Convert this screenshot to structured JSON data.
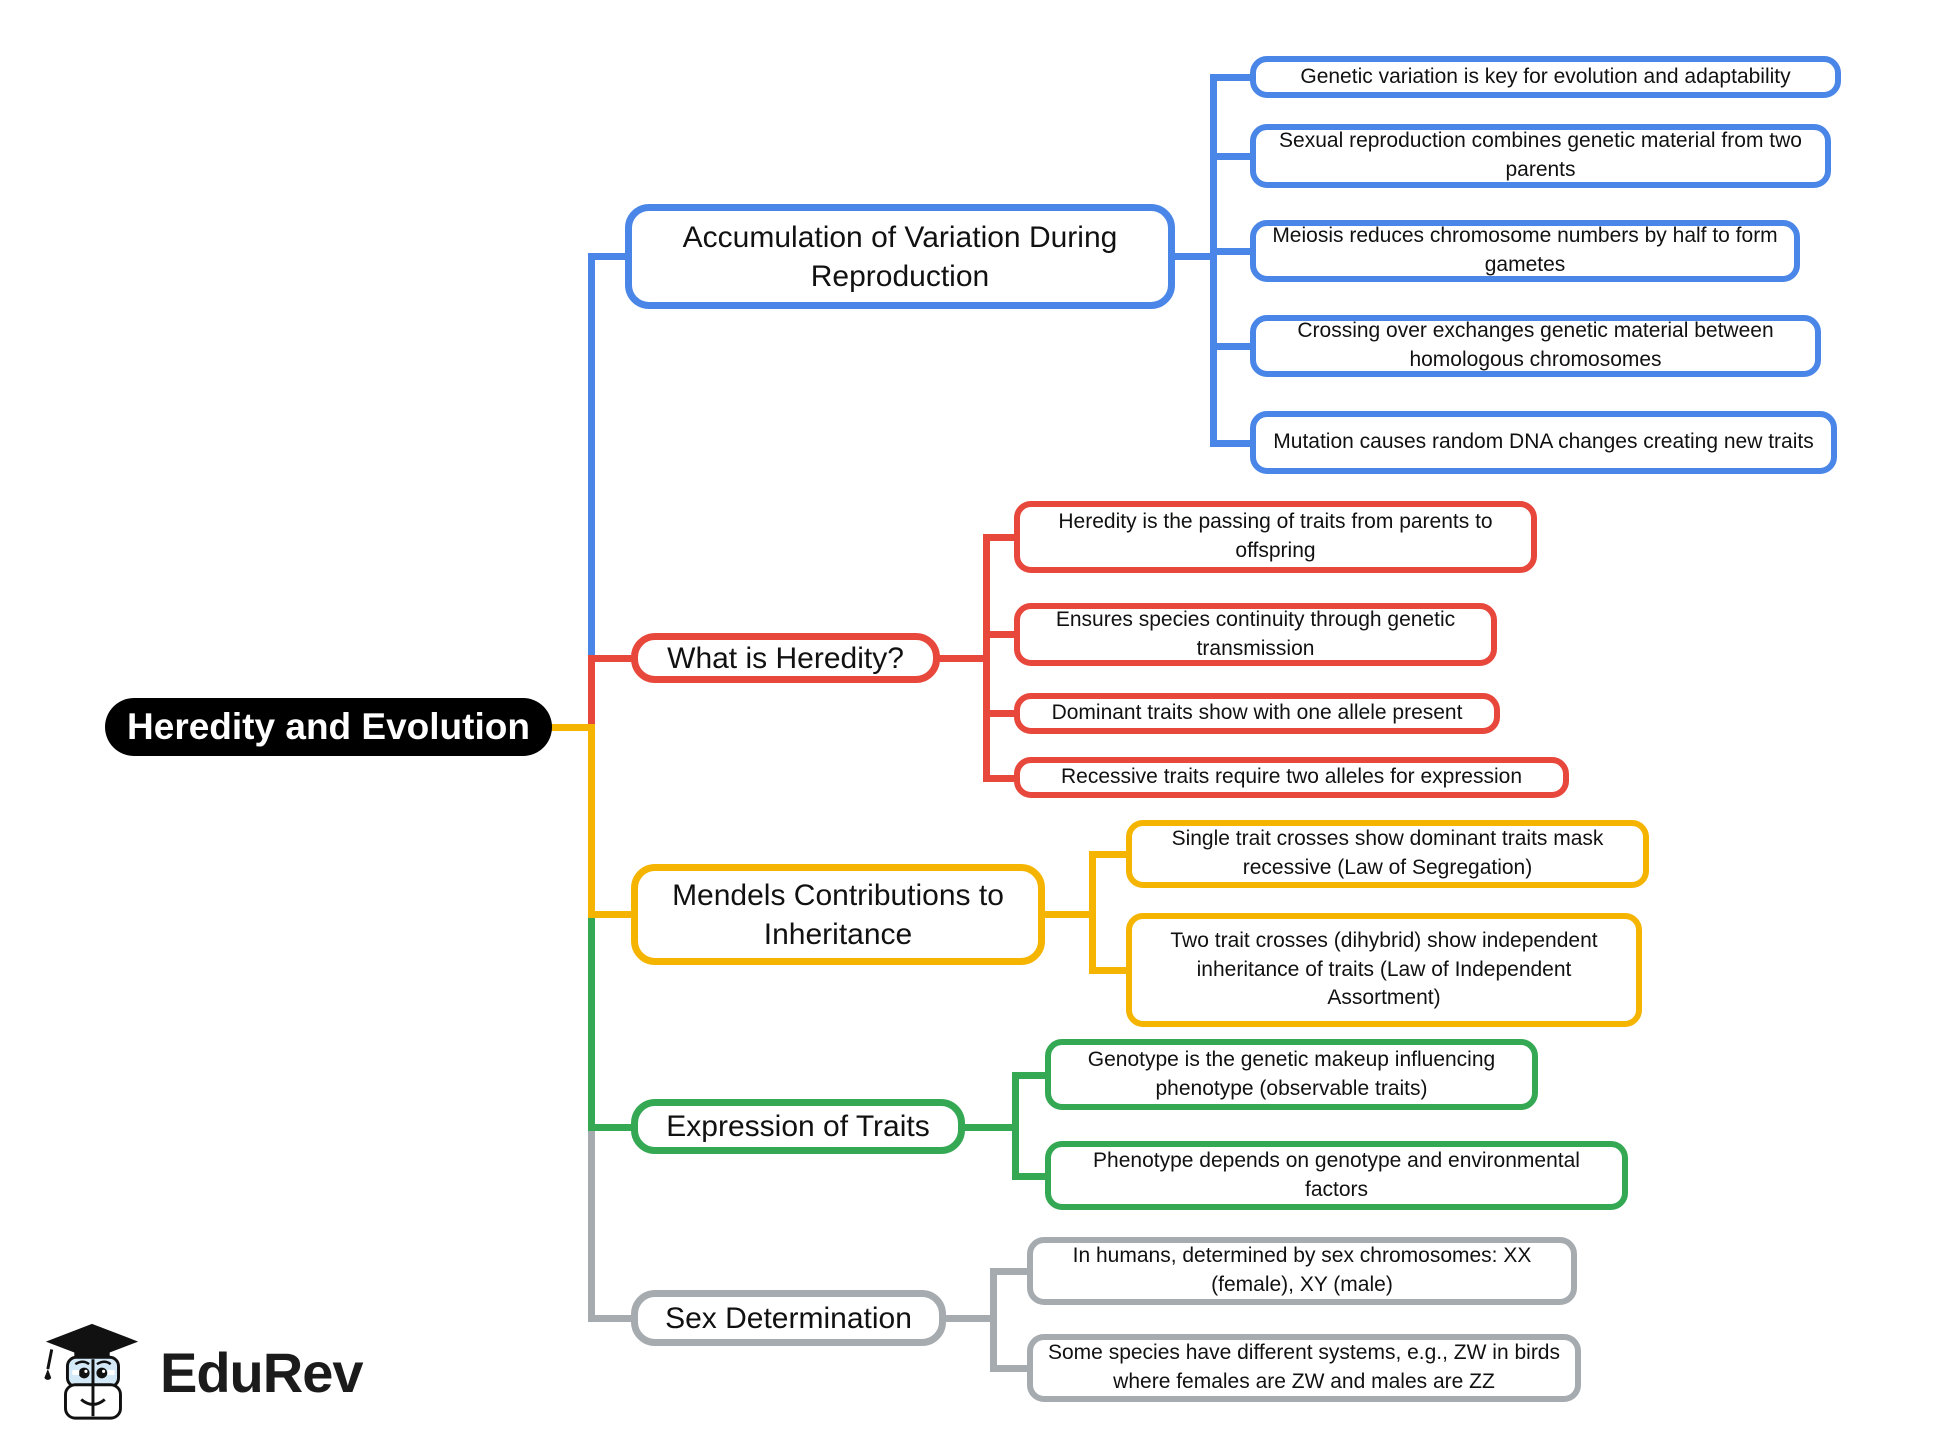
{
  "root": {
    "label": "Heredity and Evolution"
  },
  "branches": [
    {
      "title": "Accumulation of Variation During Reproduction",
      "color": "blue",
      "leaves": [
        "Genetic variation is key for evolution and adaptability",
        "Sexual reproduction combines genetic material from two parents",
        "Meiosis reduces chromosome numbers by half to form gametes",
        "Crossing over exchanges genetic material between homologous chromosomes",
        "Mutation causes random DNA changes creating new traits"
      ]
    },
    {
      "title": "What is Heredity?",
      "color": "red",
      "leaves": [
        "Heredity is the passing of traits from parents to offspring",
        "Ensures species continuity through genetic transmission",
        "Dominant traits show with one allele present",
        "Recessive traits require two alleles for expression"
      ]
    },
    {
      "title": "Mendels Contributions to Inheritance",
      "color": "yellow",
      "leaves": [
        "Single trait crosses show dominant traits mask recessive (Law of Segregation)",
        "Two trait crosses (dihybrid) show independent inheritance of traits (Law of Independent Assortment)"
      ]
    },
    {
      "title": "Expression of Traits",
      "color": "green",
      "leaves": [
        "Genotype is the genetic makeup influencing phenotype (observable traits)",
        "Phenotype depends on genotype and environmental factors"
      ]
    },
    {
      "title": "Sex Determination",
      "color": "gray",
      "leaves": [
        "In humans, determined by sex chromosomes: XX (female), XY (male)",
        "Some species have different systems, e.g., ZW in birds where females are ZW and males are ZZ"
      ]
    }
  ],
  "colors": {
    "blue": "#4a86e8",
    "red": "#e8483c",
    "yellow": "#f5b400",
    "green": "#34a853",
    "gray": "#a6abb0",
    "root-bg": "#000000",
    "root-text": "#ffffff"
  },
  "logo": {
    "text": "EduRev"
  }
}
